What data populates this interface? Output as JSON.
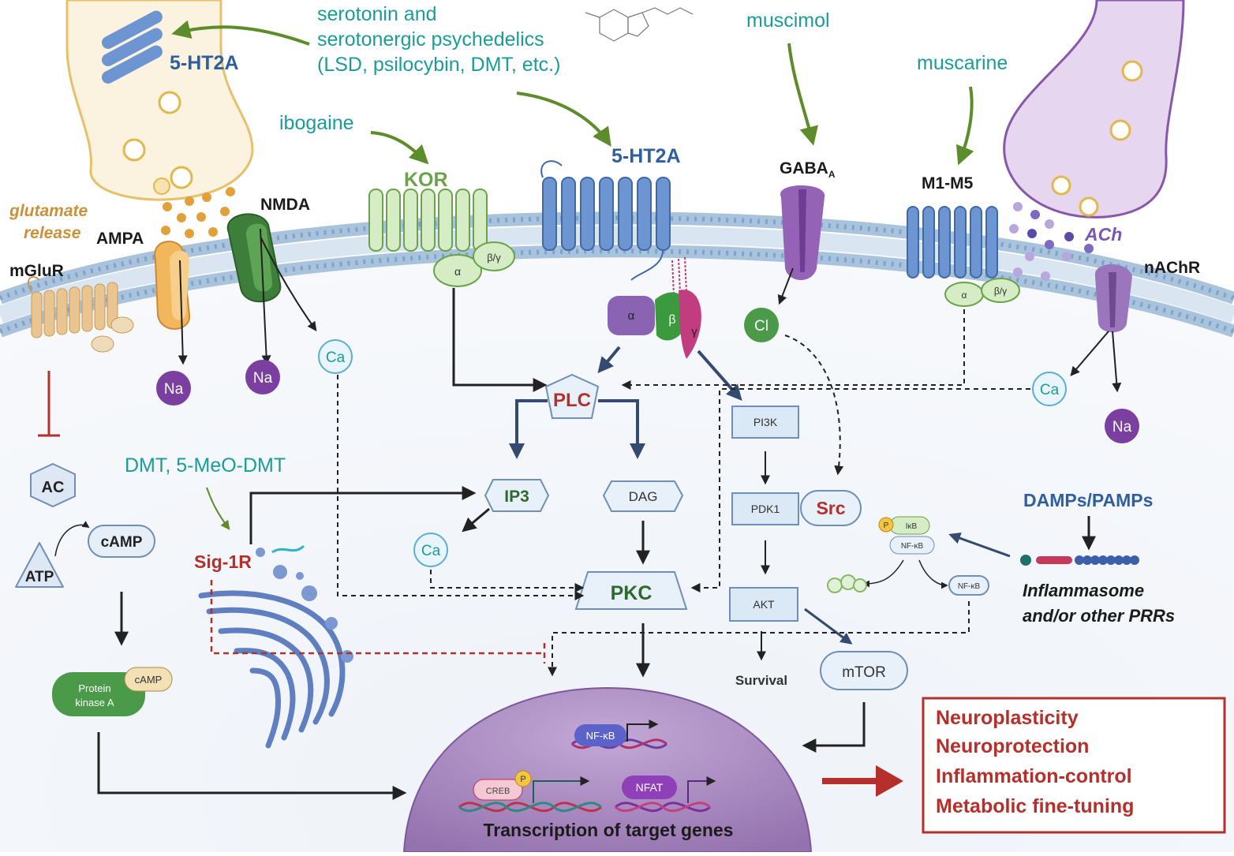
{
  "ligands": {
    "serotonin_line1": "serotonin and",
    "serotonin_line2": "serotonergic psychedelics",
    "serotonin_line3": "(LSD, psilocybin, DMT, etc.)",
    "muscimol": "muscimol",
    "muscarine": "muscarine",
    "ibogaine": "ibogaine",
    "dmt": "DMT, 5-MeO-DMT",
    "damps": "DAMPs/PAMPs"
  },
  "receptors": {
    "ht2a_presyn": "5-HT2A",
    "ht2a": "5-HT2A",
    "kor": "KOR",
    "gaba_main": "GABA",
    "gaba_sub": "A",
    "m1m5": "M1-M5",
    "nmda": "NMDA",
    "ampa": "AMPA",
    "mglur": "mGluR",
    "nachr": "nAChR",
    "sig1r": "Sig-1R",
    "inflammasome_line1": "Inflammasome",
    "inflammasome_line2": "and/or other PRRs"
  },
  "labels": {
    "glutamate_line1": "glutamate",
    "glutamate_line2": "release",
    "ach": "ACh",
    "alpha": "α",
    "beta_gamma": "β/γ",
    "beta": "β",
    "gamma": "γ"
  },
  "ions": {
    "na_ampa": "Na",
    "na_nmda": "Na",
    "ca_nmda": "Ca",
    "cl": "Cl",
    "ca_nachr": "Ca",
    "na_nachr": "Na",
    "ca_ip3": "Ca"
  },
  "signaling": {
    "plc": "PLC",
    "ip3": "IP3",
    "dag": "DAG",
    "pkc": "PKC",
    "pi3k": "PI3K",
    "pdk1": "PDK1",
    "akt": "AKT",
    "src": "Src",
    "mtor": "mTOR",
    "survival": "Survival",
    "ac": "AC",
    "atp": "ATP",
    "camp": "cAMP",
    "pka_line1": "Protein",
    "pka_line2": "kinase A",
    "pka_camp": "cAMP",
    "ikb": "IκB",
    "nfkb": "NF-κB",
    "nfkb_free": "NF-κB",
    "p": "P"
  },
  "nucleus": {
    "nfkb": "NF-κB",
    "creb": "CREB",
    "nfat": "NFAT",
    "p": "P",
    "title": "Transcription of target genes"
  },
  "outcomes": [
    "Neuroplasticity",
    "Neuroprotection",
    "Inflammation-control",
    "Metabolic fine-tuning"
  ],
  "colors": {
    "teal_text": "#1a9c98",
    "receptor_blue": "#5b86c8",
    "dark_arrow": "#344a70",
    "outcome_red": "#b52f2b",
    "nucleus_purple": "#a886c0",
    "membrane_blue": "#a9c3dc"
  }
}
